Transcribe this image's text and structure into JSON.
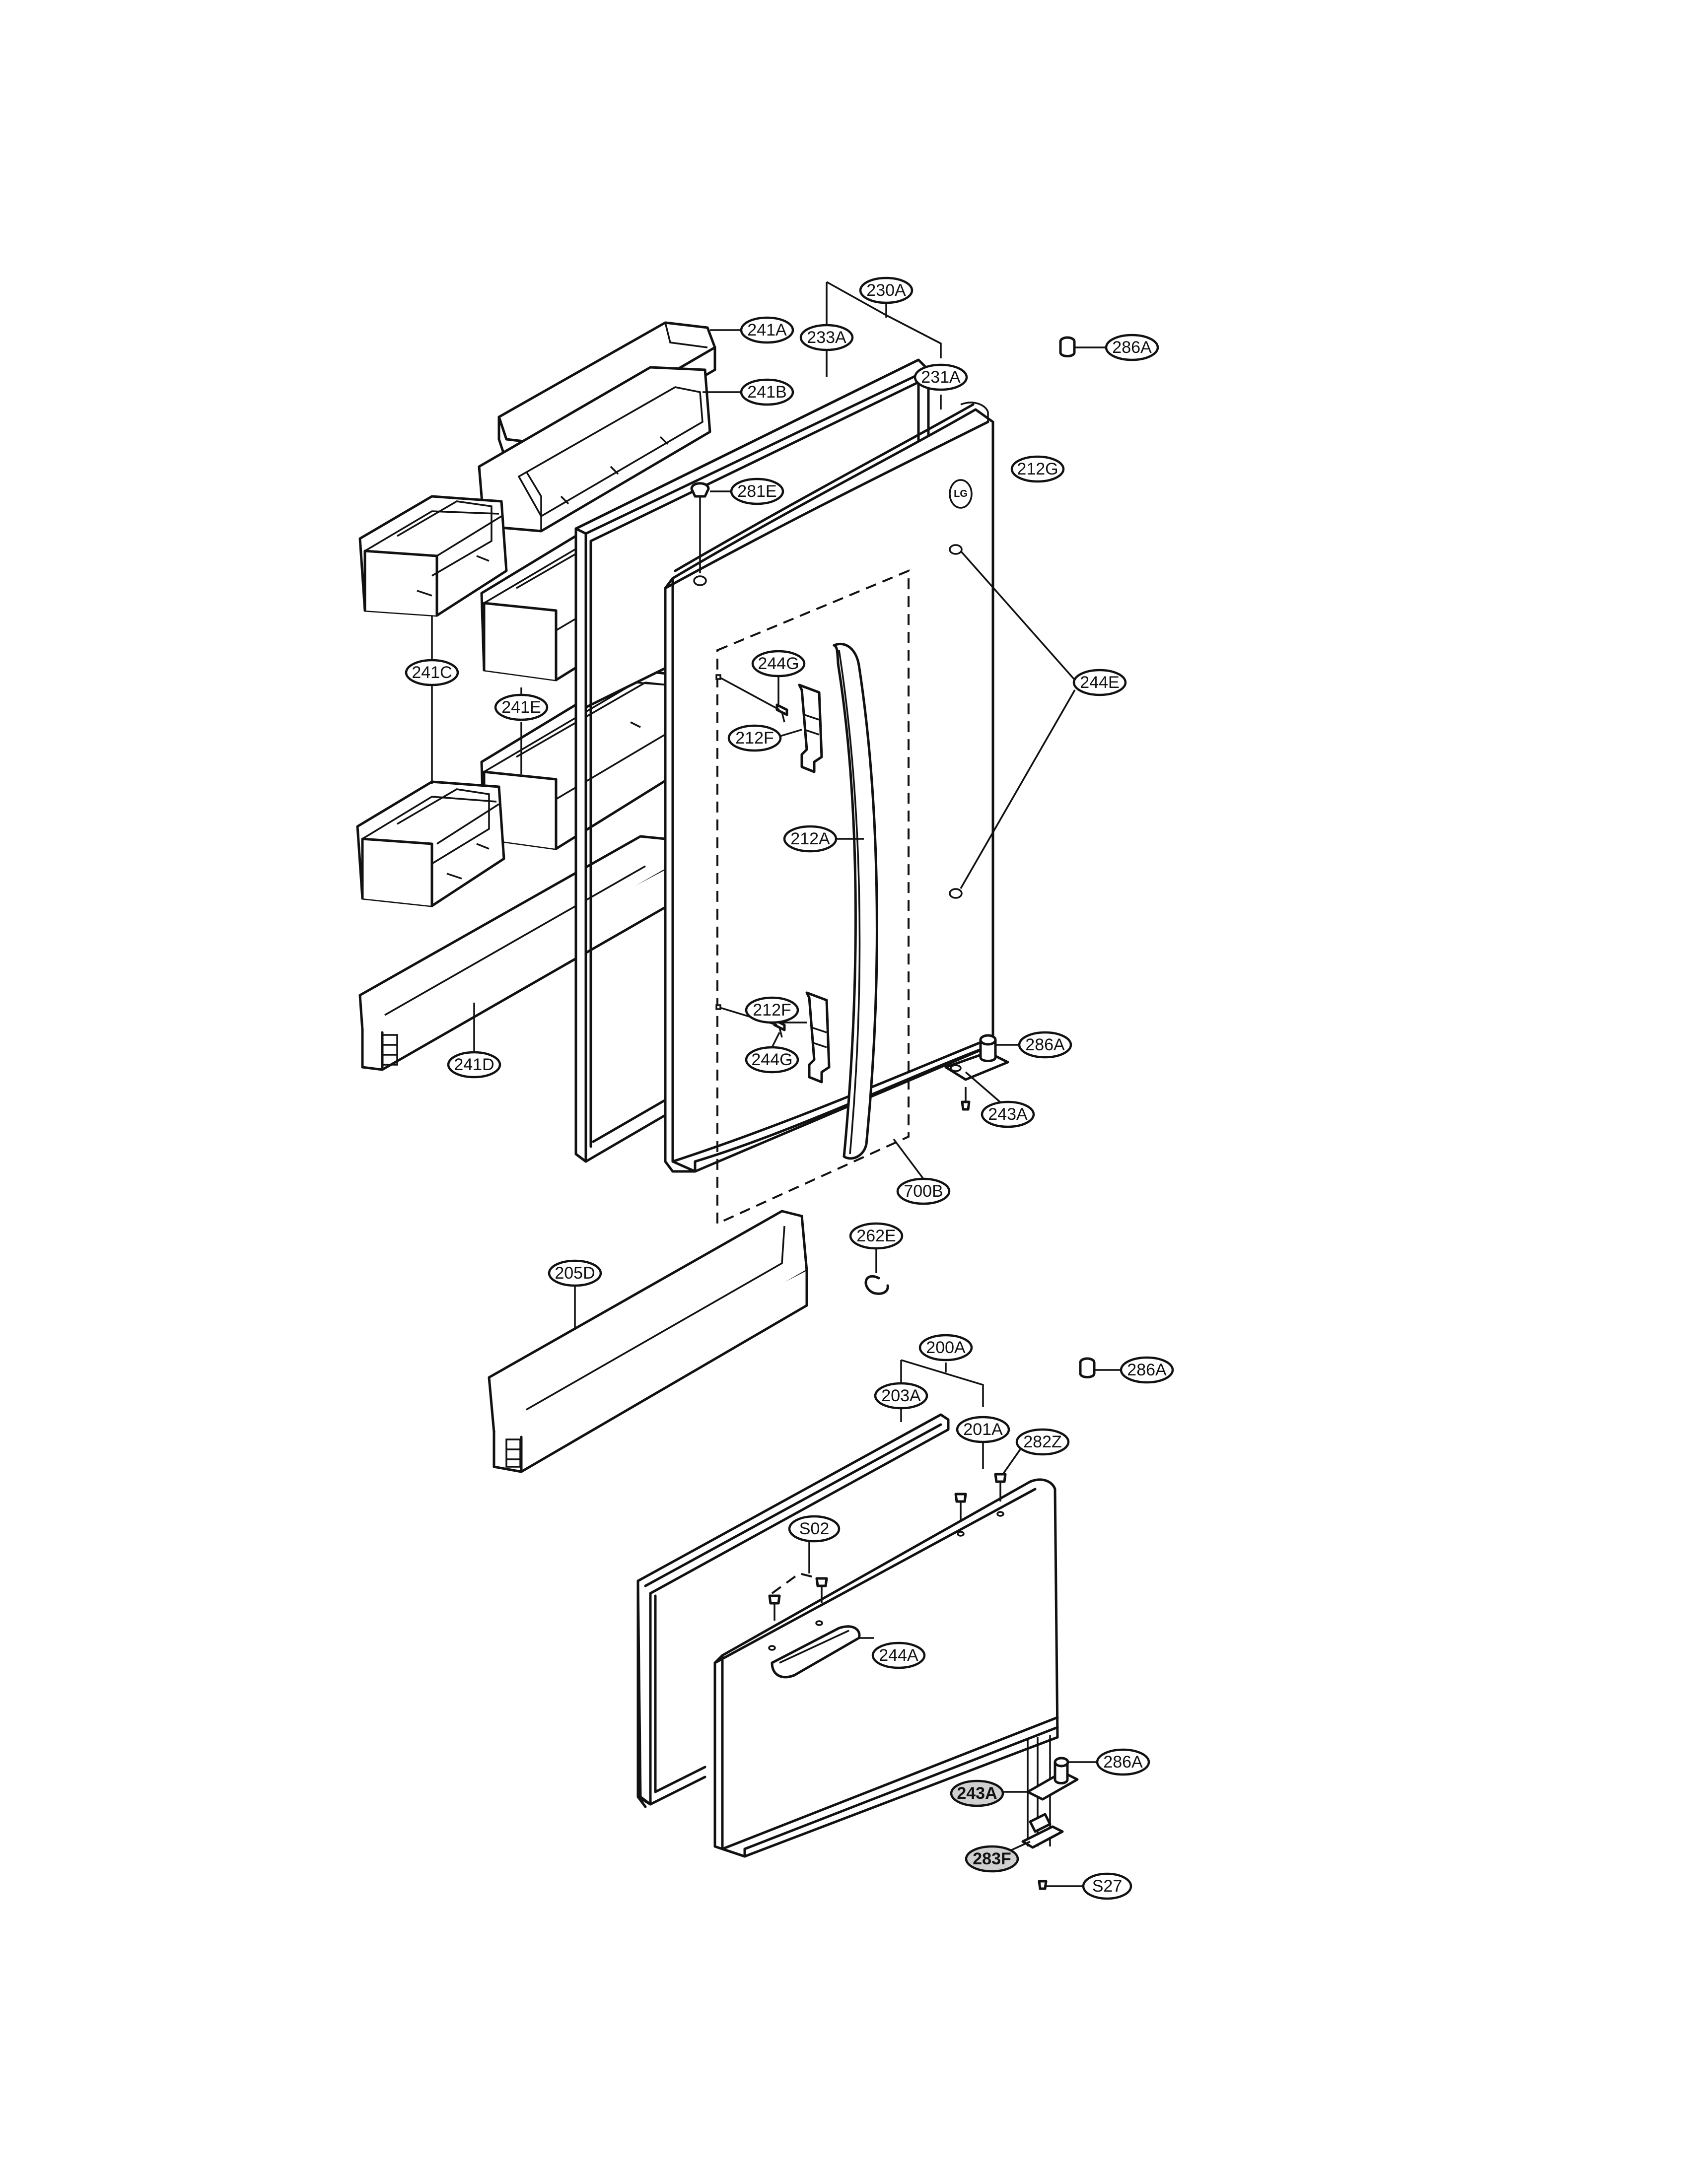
{
  "logo_text": "LG",
  "callouts": [
    {
      "id": "230A",
      "label": "230A"
    },
    {
      "id": "241A",
      "label": "241A"
    },
    {
      "id": "233A",
      "label": "233A"
    },
    {
      "id": "231A",
      "label": "231A"
    },
    {
      "id": "286A-1",
      "label": "286A"
    },
    {
      "id": "241B",
      "label": "241B"
    },
    {
      "id": "212G",
      "label": "212G"
    },
    {
      "id": "281E",
      "label": "281E"
    },
    {
      "id": "244E",
      "label": "244E"
    },
    {
      "id": "244G-1",
      "label": "244G"
    },
    {
      "id": "241C",
      "label": "241C"
    },
    {
      "id": "212F-1",
      "label": "212F"
    },
    {
      "id": "241E",
      "label": "241E"
    },
    {
      "id": "212A",
      "label": "212A"
    },
    {
      "id": "212F-2",
      "label": "212F"
    },
    {
      "id": "286A-2",
      "label": "286A"
    },
    {
      "id": "241D",
      "label": "241D"
    },
    {
      "id": "244G-2",
      "label": "244G"
    },
    {
      "id": "243A-1",
      "label": "243A"
    },
    {
      "id": "700B",
      "label": "700B"
    },
    {
      "id": "262E",
      "label": "262E"
    },
    {
      "id": "205D",
      "label": "205D"
    },
    {
      "id": "200A",
      "label": "200A"
    },
    {
      "id": "286A-3",
      "label": "286A"
    },
    {
      "id": "203A",
      "label": "203A"
    },
    {
      "id": "201A",
      "label": "201A"
    },
    {
      "id": "282Z",
      "label": "282Z"
    },
    {
      "id": "S02",
      "label": "S02"
    },
    {
      "id": "244A",
      "label": "244A"
    },
    {
      "id": "286A-4",
      "label": "286A"
    },
    {
      "id": "243A-2",
      "label": "243A",
      "shaded": true
    },
    {
      "id": "283F",
      "label": "283F",
      "shaded": true
    },
    {
      "id": "S27",
      "label": "S27"
    }
  ]
}
